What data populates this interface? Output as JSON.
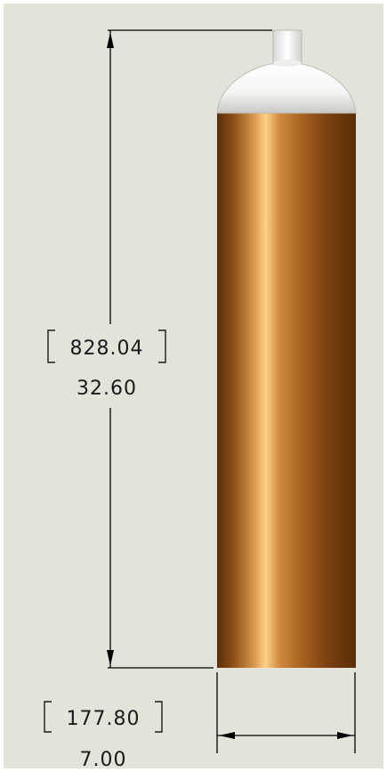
{
  "colors": {
    "background": "#e4e3da",
    "frame": "#ffffff",
    "dimension_line": "#000000",
    "cylinder_dark": "#5a2e08",
    "cylinder_mid": "#b8702c",
    "cylinder_light": "#ffd088",
    "cap_light": "#ffffff",
    "cap_shadow": "#c8c8c4"
  },
  "height_dimension": {
    "metric": "828.04",
    "imperial": "32.60"
  },
  "width_dimension": {
    "metric": "177.80",
    "imperial": "7.00"
  }
}
